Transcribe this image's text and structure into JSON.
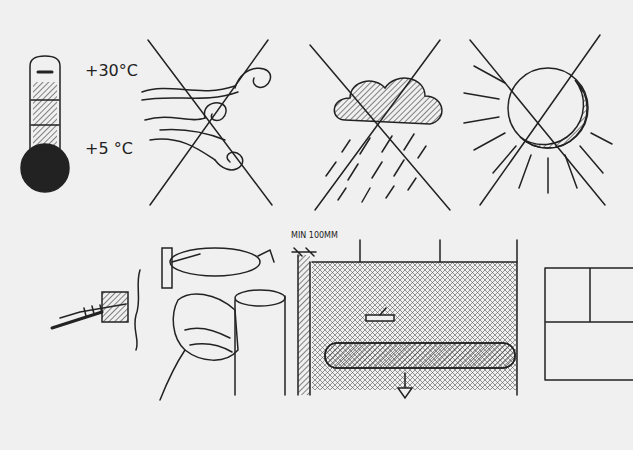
{
  "diagram": {
    "labels": [
      "+30°C",
      "+5 °C",
      "MIN 100MM"
    ]
  }
}
